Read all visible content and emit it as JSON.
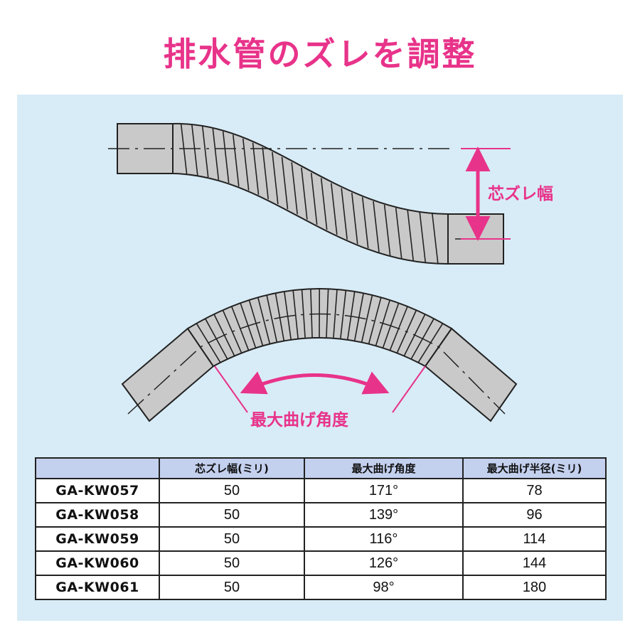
{
  "title": "排水管のズレを調整",
  "diagram": {
    "offset_label": "芯ズレ幅",
    "angle_label": "最大曲げ角度"
  },
  "colors": {
    "accent": "#e8338a",
    "panel_bg": "#d8ecf7",
    "pipe_fill": "#c9c9c9",
    "header_bg": "#c3d0ee"
  },
  "table": {
    "headers": [
      "",
      "芯ズレ幅(ミリ)",
      "最大曲げ角度",
      "最大曲げ半径(ミリ)"
    ],
    "rows": [
      {
        "model": "GA-KW057",
        "offset": "50",
        "angle": "171°",
        "radius": "78"
      },
      {
        "model": "GA-KW058",
        "offset": "50",
        "angle": "139°",
        "radius": "96"
      },
      {
        "model": "GA-KW059",
        "offset": "50",
        "angle": "116°",
        "radius": "114"
      },
      {
        "model": "GA-KW060",
        "offset": "50",
        "angle": "126°",
        "radius": "144"
      },
      {
        "model": "GA-KW061",
        "offset": "50",
        "angle": "98°",
        "radius": "180"
      }
    ]
  }
}
